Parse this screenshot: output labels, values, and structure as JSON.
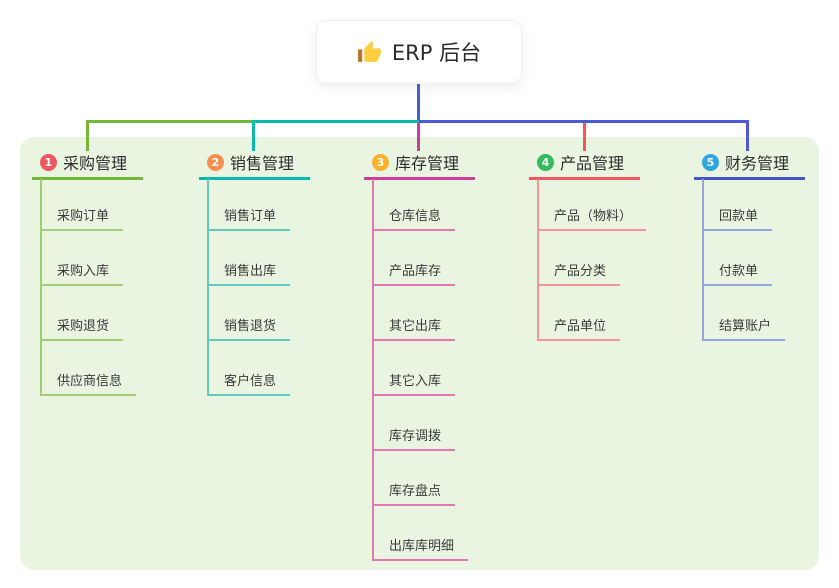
{
  "root": {
    "label": "ERP 后台",
    "icon": "thumbs-up-icon",
    "icon_hand_color": "#FFCE3E",
    "icon_cuff_color": "#B5762D"
  },
  "canvas": {
    "background_color": "#ffffff",
    "panel_color": "#E9F5E1",
    "trunk_color": "#4C5BD4"
  },
  "branches": [
    {
      "num": "1",
      "label": "采购管理",
      "badge_color": "#F0565F",
      "line_color": "#72B83A",
      "child_line_color": "#A3CC78",
      "children": [
        "采购订单",
        "采购入库",
        "采购退货",
        "供应商信息"
      ]
    },
    {
      "num": "2",
      "label": "销售管理",
      "badge_color": "#FB8F4D",
      "line_color": "#0AB9AE",
      "child_line_color": "#63C9C1",
      "children": [
        "销售订单",
        "销售出库",
        "销售退货",
        "客户信息"
      ]
    },
    {
      "num": "3",
      "label": "库存管理",
      "badge_color": "#FCB02C",
      "line_color": "#D23C96",
      "child_line_color": "#E377B4",
      "children": [
        "仓库信息",
        "产品库存",
        "其它出库",
        "其它入库",
        "库存调拨",
        "库存盘点",
        "出库库明细"
      ]
    },
    {
      "num": "4",
      "label": "产品管理",
      "badge_color": "#34BB5D",
      "line_color": "#F5565B",
      "child_line_color": "#F5949A",
      "children": [
        "产品（物料）",
        "产品分类",
        "产品单位"
      ]
    },
    {
      "num": "5",
      "label": "财务管理",
      "badge_color": "#2EA6DF",
      "line_color": "#4456C7",
      "child_line_color": "#93A6DC",
      "children": [
        "回款单",
        "付款单",
        "结算账户"
      ]
    }
  ]
}
